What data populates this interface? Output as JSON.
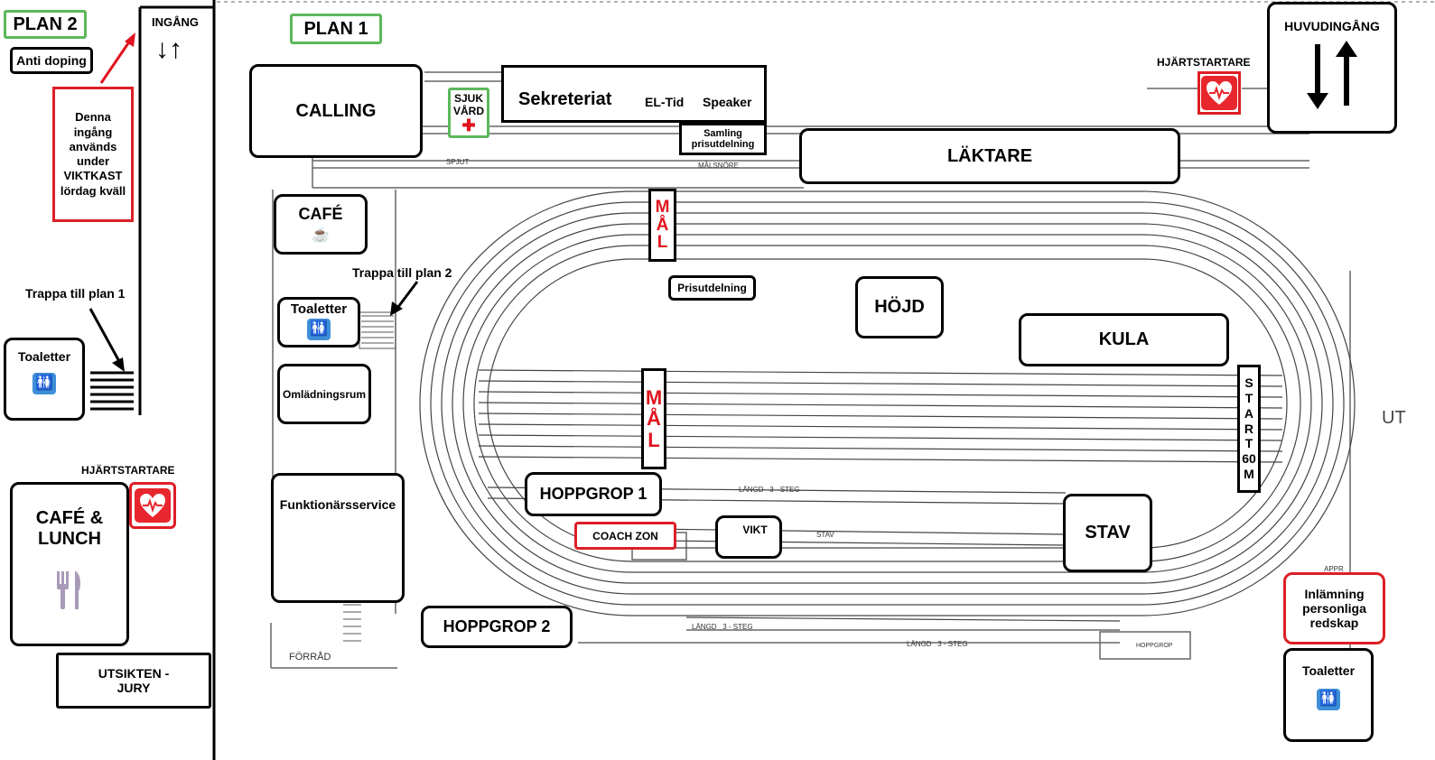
{
  "plan2": {
    "title": "PLAN 2",
    "anti_doping": "Anti doping",
    "entrance": "INGÅNG",
    "viktkast_note": [
      "Denna",
      "ingång",
      "används",
      "under",
      "VIKTKAST",
      "lördag kväll"
    ],
    "stairs_to_plan1": "Trappa till plan 1",
    "toilets": "Toaletter",
    "defibrillator": "HJÄRTSTARTARE",
    "cafe_lunch": [
      "CAFÉ &",
      "LUNCH"
    ],
    "utsikten": [
      "UTSIKTEN -",
      "JURY"
    ]
  },
  "plan1": {
    "title": "PLAN 1",
    "calling": "CALLING",
    "medical": [
      "SJUK",
      "VÅRD"
    ],
    "secretariat": "Sekreteriat",
    "el_tid": "EL-Tid",
    "speaker": "Speaker",
    "award_gathering": [
      "Samling",
      "prisutdelning"
    ],
    "stands": "LÄKTARE",
    "defibrillator": "HJÄRTSTARTARE",
    "main_entrance": "HUVUDINGÅNG",
    "cafe": "CAFÉ",
    "stairs_to_plan2": "Trappa till plan 2",
    "toilets": "Toaletter",
    "changing_room": "Omlädningsrum",
    "officials_service": "Funktionärsservice",
    "finish_letters": [
      "M",
      "Å",
      "L"
    ],
    "award_ceremony": "Prisutdelning",
    "high_jump": "HÖJD",
    "shot_put": "KULA",
    "start_letters": [
      "S",
      "T",
      "A",
      "R",
      "T",
      "60",
      "M"
    ],
    "long_jump_pit_1": "HOPPGROP 1",
    "coach_zone": "COACH ZON",
    "weight": "VIKT",
    "pole_vault": "STAV",
    "long_jump_pit_2": "HOPPGROP 2",
    "personal_equipment": [
      "Inlämning",
      "personliga",
      "redskap"
    ],
    "toilets_right": "Toaletter",
    "exit": "UT"
  },
  "blueprint_labels": {
    "spjut": "SPJUT",
    "malsnore": "MÅLSNÖRE",
    "langd_1": "LÄNGD   3 - STEG",
    "langd_2": "LÄNGD   3 - STEG",
    "langd_3": "LÄNGD   3 - STEG",
    "stav_small": "STAV",
    "hoppgrop_small": "HOPPGROP",
    "forrad": "FÖRRÅD",
    "appr": "APPR"
  },
  "colors": {
    "green": "#5cb85c",
    "red": "#dd1f26",
    "blue": "#3d8fd8"
  },
  "icons": {
    "toilet": "toilet-icon",
    "defibrillator": "heart-defibrillator-icon",
    "cutlery": "cutlery-icon",
    "coffee": "coffee-cup-icon",
    "medical": "red-cross-icon"
  }
}
